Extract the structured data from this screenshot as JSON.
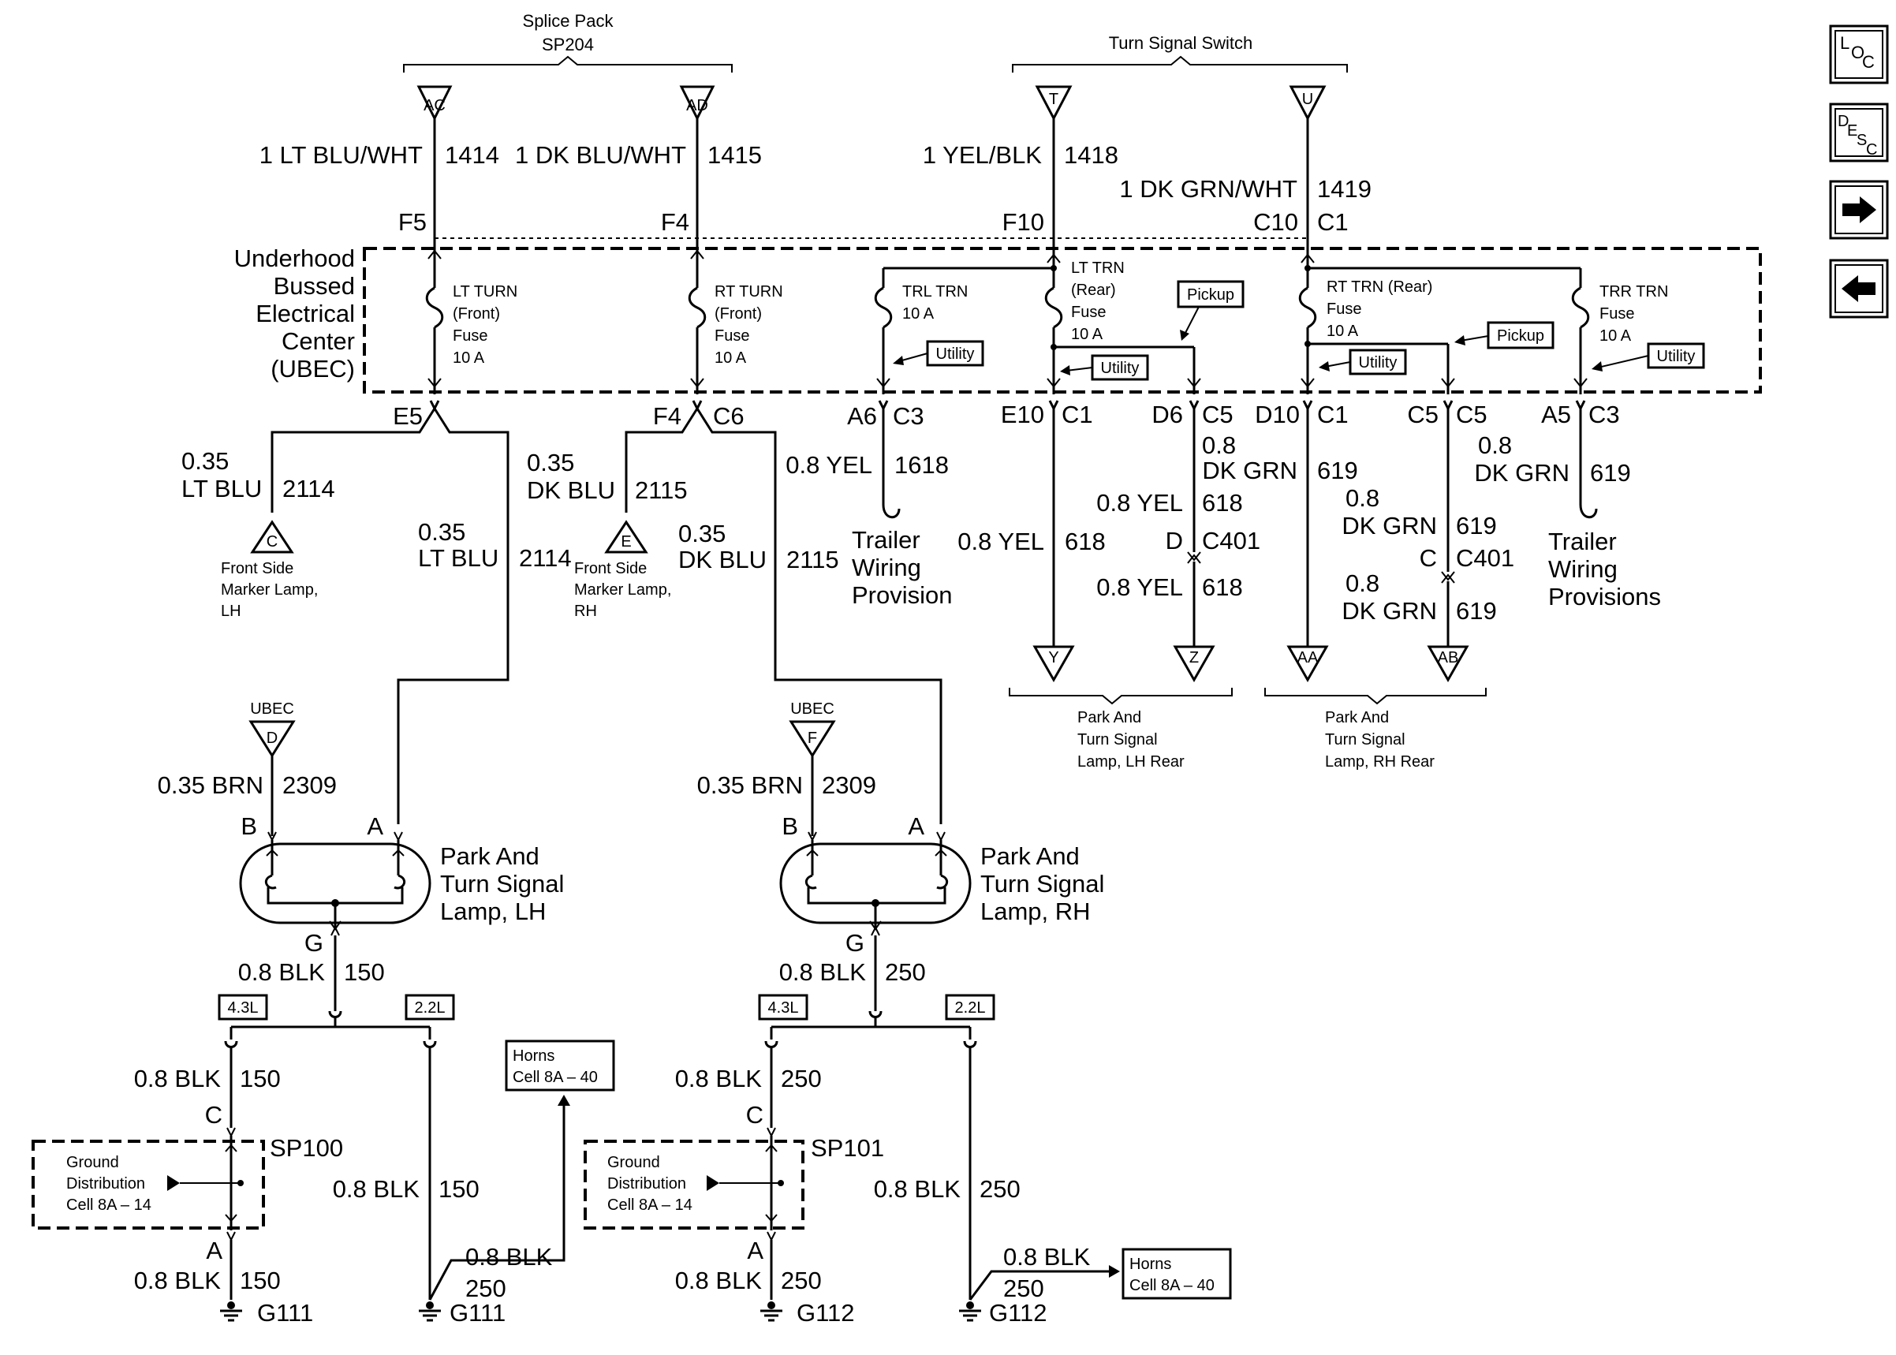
{
  "splice_pack": {
    "title": "Splice Pack",
    "id": "SP204",
    "pins": [
      "AC",
      "AD"
    ]
  },
  "turn_signal_switch": {
    "title": "Turn Signal Switch",
    "pins": [
      "T",
      "U"
    ]
  },
  "top_wires": [
    {
      "gauge_color": "1 LT BLU/WHT",
      "circuit": "1414",
      "pin": "F5"
    },
    {
      "gauge_color": "1 DK BLU/WHT",
      "circuit": "1415",
      "pin": "F4"
    },
    {
      "gauge_color": "1 YEL/BLK",
      "circuit": "1418",
      "pin": "F10"
    },
    {
      "gauge_color": "1 DK GRN/WHT",
      "circuit": "1419",
      "pin": "C10",
      "connector": "C1"
    }
  ],
  "ubec": {
    "line1": "Underhood",
    "line2": "Bussed",
    "line3": "Electrical",
    "line4": "Center",
    "line5": "(UBEC)"
  },
  "fuses": [
    {
      "l1": "LT TURN",
      "l2": "(Front)",
      "l3": "Fuse",
      "l4": "10 A"
    },
    {
      "l1": "RT TURN",
      "l2": "(Front)",
      "l3": "Fuse",
      "l4": "10 A"
    },
    {
      "l1": "TRL TRN",
      "l2": "10 A"
    },
    {
      "l1": "LT TRN",
      "l2": "(Rear)",
      "l3": "Fuse",
      "l4": "10 A"
    },
    {
      "l1": "RT TRN (Rear)",
      "l2": "Fuse",
      "l3": "10 A"
    },
    {
      "l1": "TRR TRN",
      "l2": "Fuse",
      "l3": "10 A"
    }
  ],
  "tags": {
    "utility": "Utility",
    "pickup": "Pickup"
  },
  "ubec_pins": {
    "e5": "E5",
    "f4": "F4",
    "c6": "C6",
    "a6": "A6",
    "c3": "C3",
    "e10": "E10",
    "c1": "C1",
    "d6": "D6",
    "c5": "C5",
    "d10": "D10",
    "c1b": "C1",
    "c5a": "C5",
    "c5b": "C5",
    "a5": "A5",
    "c3b": "C3"
  },
  "wires": {
    "lt_blu_1": {
      "gauge": "0.35",
      "color": "LT BLU",
      "circuit": "2114"
    },
    "dk_blu_1": {
      "gauge": "0.35",
      "color": "DK BLU",
      "circuit": "2115"
    },
    "lt_blu_2": {
      "gauge": "0.35",
      "color": "LT BLU",
      "circuit": "2114"
    },
    "dk_blu_2": {
      "gauge": "0.35",
      "color": "DK BLU",
      "circuit": "2115"
    },
    "yel_1618": {
      "label": "0.8 YEL",
      "circuit": "1618"
    },
    "yel_618a": {
      "label": "0.8 YEL",
      "circuit": "618"
    },
    "yel_618b": {
      "label": "0.8 YEL",
      "circuit": "618"
    },
    "yel_618c": {
      "label": "0.8 YEL",
      "circuit": "618"
    },
    "grn_619a": {
      "gauge": "0.8",
      "color": "DK GRN",
      "circuit": "619"
    },
    "grn_619b": {
      "gauge": "0.8",
      "color": "DK GRN",
      "circuit": "619"
    },
    "grn_619c": {
      "gauge": "0.8",
      "color": "DK GRN",
      "circuit": "619"
    },
    "grn_619d": {
      "gauge": "0.8",
      "color": "DK GRN",
      "circuit": "619"
    },
    "brn_l": {
      "label": "0.35 BRN",
      "circuit": "2309"
    },
    "brn_r": {
      "label": "0.35 BRN",
      "circuit": "2309"
    }
  },
  "c401": {
    "pin_d": "D",
    "pin_c": "C",
    "name": "C401"
  },
  "refs": {
    "front_lh": {
      "pin": "C",
      "l1": "Front Side",
      "l2": "Marker Lamp,",
      "l3": "LH"
    },
    "front_rh": {
      "pin": "E",
      "l1": "Front Side",
      "l2": "Marker Lamp,",
      "l3": "RH"
    },
    "ubec_d": {
      "title": "UBEC",
      "pin": "D"
    },
    "ubec_f": {
      "title": "UBEC",
      "pin": "F"
    },
    "y": "Y",
    "z": "Z",
    "aa": "AA",
    "ab": "AB"
  },
  "trailer_1": {
    "l1": "Trailer",
    "l2": "Wiring",
    "l3": "Provision"
  },
  "trailer_2": {
    "l1": "Trailer",
    "l2": "Wiring",
    "l3": "Provisions"
  },
  "rear_lh": {
    "l1": "Park And",
    "l2": "Turn Signal",
    "l3": "Lamp, LH Rear"
  },
  "rear_rh": {
    "l1": "Park And",
    "l2": "Turn Signal",
    "l3": "Lamp, RH Rear"
  },
  "lamp_lh": {
    "l1": "Park And",
    "l2": "Turn Signal",
    "l3": "Lamp, LH",
    "pin_b": "B",
    "pin_a": "A",
    "pin_g": "G"
  },
  "lamp_rh": {
    "l1": "Park And",
    "l2": "Turn Signal",
    "l3": "Lamp, RH",
    "pin_b": "B",
    "pin_a": "A",
    "pin_g": "G"
  },
  "ground_left": {
    "w150a": {
      "label": "0.8 BLK",
      "circuit": "150"
    },
    "eng_a": "4.3L",
    "eng_b": "2.2L",
    "w150b": {
      "label": "0.8 BLK",
      "circuit": "150"
    },
    "w150c": {
      "label": "0.8 BLK",
      "circuit": "150"
    },
    "w150d": {
      "label": "0.8 BLK",
      "circuit": "150"
    },
    "w250": {
      "label": "0.8 BLK",
      "circuit": "250"
    },
    "pin_c": "C",
    "pin_a": "A",
    "splice": "SP100",
    "gd": {
      "l1": "Ground",
      "l2": "Distribution",
      "l3": "Cell 8A – 14"
    },
    "ground_1": "G111",
    "ground_2": "G111"
  },
  "ground_right": {
    "w250a": {
      "label": "0.8 BLK",
      "circuit": "250"
    },
    "eng_a": "4.3L",
    "eng_b": "2.2L",
    "w250b": {
      "label": "0.8 BLK",
      "circuit": "250"
    },
    "w250c": {
      "label": "0.8 BLK",
      "circuit": "250"
    },
    "w250d": {
      "label": "0.8 BLK",
      "circuit": "250"
    },
    "w250e": {
      "label": "0.8 BLK",
      "circuit": "250"
    },
    "pin_c": "C",
    "pin_a": "A",
    "splice": "SP101",
    "gd": {
      "l1": "Ground",
      "l2": "Distribution",
      "l3": "Cell 8A – 14"
    },
    "ground_1": "G112",
    "ground_2": "G112"
  },
  "horns_1": {
    "l1": "Horns",
    "l2": "Cell 8A – 40"
  },
  "horns_2": {
    "l1": "Horns",
    "l2": "Cell 8A – 40"
  },
  "nav": {
    "loc": {
      "a": "L",
      "b": "O",
      "c": "C"
    },
    "desc": {
      "a": "D",
      "b": "E",
      "c": "S",
      "d": "C"
    },
    "forward_icon": "arrow-right-icon",
    "back_icon": "arrow-left-icon"
  }
}
